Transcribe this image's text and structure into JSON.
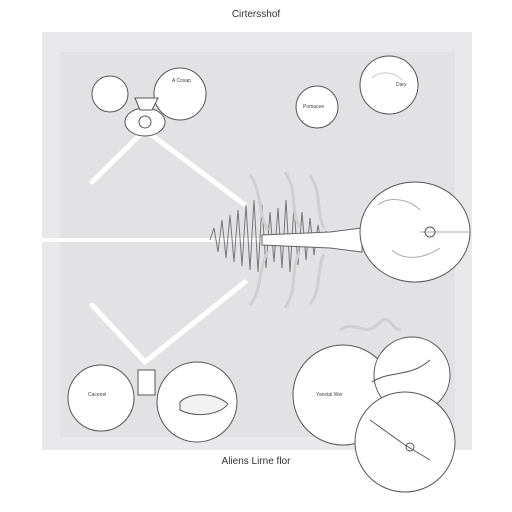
{
  "title": "Cirtersshof",
  "footer": "Aliens Lirne flor",
  "labels": {
    "top_left_bubble": "A Cosap",
    "top_center_bubble": "Pomacee",
    "top_right_bubble": "Dary",
    "bottom_left_bubble": "Cacenel",
    "bottom_right_bubble": "Yanctal Wer"
  },
  "colors": {
    "panel": "#e8e8ea",
    "line": "#ffffff",
    "ink": "#555555",
    "bubble": "#ffffff"
  }
}
